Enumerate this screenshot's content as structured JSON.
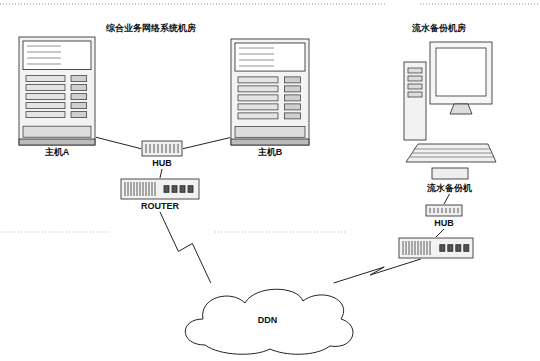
{
  "diagram": {
    "nodes": [
      {
        "text": [
          "主机A"
        ]
      },
      {
        "text": [
          "主机B"
        ]
      },
      {
        "text": [
          "HUB"
        ]
      },
      {
        "text": [
          "ROUTER"
        ]
      },
      {
        "text": [
          "流水备份机"
        ]
      },
      {
        "text": [
          "HUB"
        ]
      },
      {
        "text": []
      },
      {
        "text": [
          "DDN"
        ]
      }
    ],
    "edges": [
      {
        "from": 0,
        "to": 2,
        "arrow": "none"
      },
      {
        "from": 1,
        "to": 2,
        "arrow": "none"
      },
      {
        "from": 2,
        "to": 3,
        "arrow": "none"
      },
      {
        "from": 3,
        "to": 7,
        "arrow": "none"
      },
      {
        "from": 4,
        "to": 5,
        "arrow": "none"
      },
      {
        "from": 5,
        "to": 6,
        "arrow": "none"
      },
      {
        "from": 6,
        "to": 7,
        "arrow": "none"
      }
    ],
    "labels": [
      "综合业务网络系统机房",
      "流水备份机房"
    ]
  }
}
